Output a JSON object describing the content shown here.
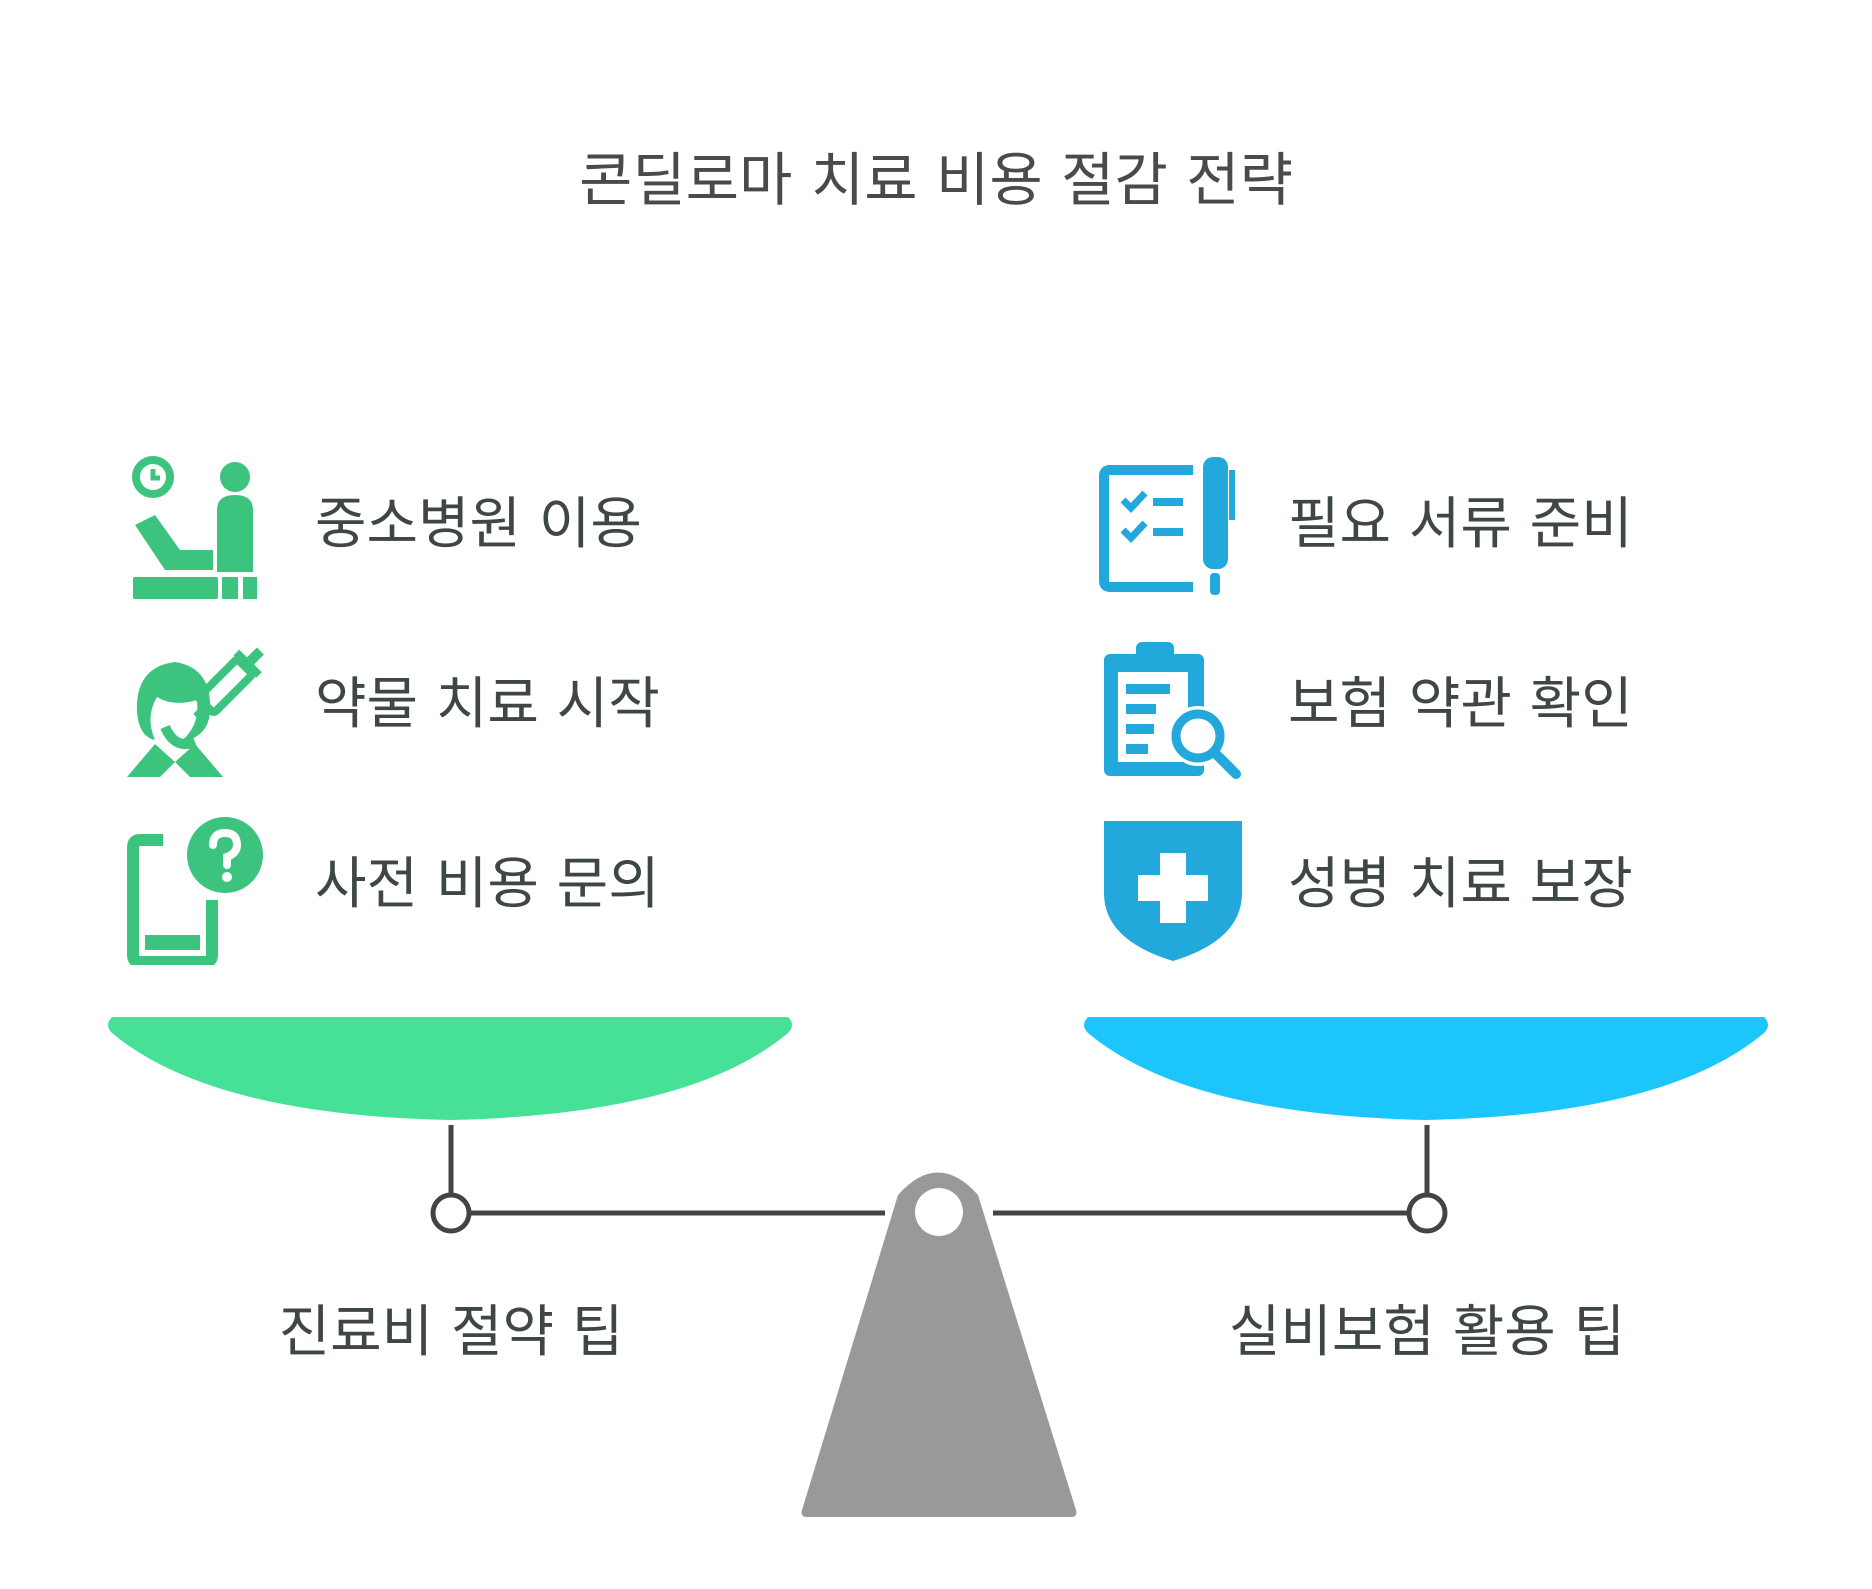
{
  "title": "콘딜로마 치료 비용 절감 전략",
  "colors": {
    "left_accent": "#3cc47f",
    "left_pan": "#46e096",
    "right_accent": "#22a8da",
    "right_pan": "#1cc6fd",
    "beam": "#444444",
    "fulcrum": "#999999"
  },
  "left_group": {
    "label": "진료비 절약 팁",
    "items": [
      {
        "label": "중소병원 이용",
        "icon": "patient-treatment-icon"
      },
      {
        "label": "약물 치료 시작",
        "icon": "doctor-syringe-icon"
      },
      {
        "label": "사전 비용 문의",
        "icon": "phone-question-icon"
      }
    ]
  },
  "right_group": {
    "label": "실비보험 활용 팁",
    "items": [
      {
        "label": "필요 서류 준비",
        "icon": "checklist-pen-icon"
      },
      {
        "label": "보험 약관 확인",
        "icon": "clipboard-search-icon"
      },
      {
        "label": "성병 치료 보장",
        "icon": "medical-shield-icon"
      }
    ]
  }
}
